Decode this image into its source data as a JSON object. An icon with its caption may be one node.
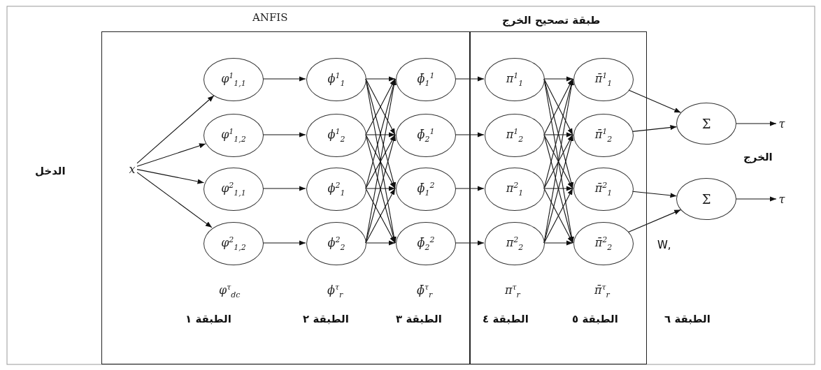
{
  "diagram": {
    "nodes": [
      {
        "text": [
          "ANFIS"
        ]
      },
      {
        "text": [
          "طبقة تصحيح الخرج"
        ]
      },
      {
        "text": [
          "x"
        ],
        "in": 0
      },
      {
        "text": [
          "φ$^{1}$$_{1,1}$"
        ],
        "in": 0
      },
      {
        "text": [
          "φ$^{1}$$_{1,2}$"
        ],
        "in": 0
      },
      {
        "text": [
          "φ$^{2}$$_{1,1}$"
        ],
        "in": 0
      },
      {
        "text": [
          "φ$^{2}$$_{1,2}$"
        ],
        "in": 0
      },
      {
        "text": [
          "ϕ$^{1}$$_{1}$"
        ],
        "in": 0
      },
      {
        "text": [
          "ϕ$^{1}$$_{2}$"
        ],
        "in": 0
      },
      {
        "text": [
          "ϕ$^{2}$$_{1}$"
        ],
        "in": 0
      },
      {
        "text": [
          "ϕ$^{2}$$_{2}$"
        ],
        "in": 0
      },
      {
        "text": [
          "ϕ̄$_{1}$$^{1}$"
        ],
        "in": 0
      },
      {
        "text": [
          "ϕ̄$_{2}$$^{1}$"
        ],
        "in": 0
      },
      {
        "text": [
          "ϕ̄$_{1}$$^{2}$"
        ],
        "in": 0
      },
      {
        "text": [
          "ϕ̄$_{2}$$^{2}$"
        ],
        "in": 0
      },
      {
        "text": [
          "π$^{1}$$_{1}$"
        ],
        "in": 1
      },
      {
        "text": [
          "π$^{1}$$_{2}$"
        ],
        "in": 1
      },
      {
        "text": [
          "π$^{2}$$_{1}$"
        ],
        "in": 1
      },
      {
        "text": [
          "π$^{2}$$_{2}$"
        ],
        "in": 1
      },
      {
        "text": [
          "π̄$^{1}$$_{1}$"
        ],
        "in": 1
      },
      {
        "text": [
          "π̄$^{1}$$_{2}$"
        ],
        "in": 1
      },
      {
        "text": [
          "π̄$^{2}$$_{1}$"
        ],
        "in": 1
      },
      {
        "text": [
          "π̄$^{2}$$_{2}$"
        ],
        "in": 1
      },
      {
        "text": [
          "Σ"
        ]
      },
      {
        "text": [
          "Σ"
        ]
      },
      {
        "text": [
          "τ"
        ]
      },
      {
        "text": [
          "τ"
        ]
      }
    ],
    "edges": [
      {
        "from": 2,
        "to": 3,
        "arrow": "to"
      },
      {
        "from": 2,
        "to": 4,
        "arrow": "to"
      },
      {
        "from": 2,
        "to": 5,
        "arrow": "to"
      },
      {
        "from": 2,
        "to": 6,
        "arrow": "to"
      },
      {
        "from": 3,
        "to": 7,
        "arrow": "to"
      },
      {
        "from": 4,
        "to": 8,
        "arrow": "to"
      },
      {
        "from": 5,
        "to": 9,
        "arrow": "to"
      },
      {
        "from": 6,
        "to": 10,
        "arrow": "to"
      },
      {
        "from": 7,
        "to": 11,
        "arrow": "to"
      },
      {
        "from": 7,
        "to": 12,
        "arrow": "to"
      },
      {
        "from": 7,
        "to": 13,
        "arrow": "to"
      },
      {
        "from": 7,
        "to": 14,
        "arrow": "to"
      },
      {
        "from": 8,
        "to": 11,
        "arrow": "to"
      },
      {
        "from": 8,
        "to": 12,
        "arrow": "to"
      },
      {
        "from": 8,
        "to": 13,
        "arrow": "to"
      },
      {
        "from": 8,
        "to": 14,
        "arrow": "to"
      },
      {
        "from": 9,
        "to": 11,
        "arrow": "to"
      },
      {
        "from": 9,
        "to": 12,
        "arrow": "to"
      },
      {
        "from": 9,
        "to": 13,
        "arrow": "to"
      },
      {
        "from": 9,
        "to": 14,
        "arrow": "to"
      },
      {
        "from": 10,
        "to": 11,
        "arrow": "to"
      },
      {
        "from": 10,
        "to": 12,
        "arrow": "to"
      },
      {
        "from": 10,
        "to": 13,
        "arrow": "to"
      },
      {
        "from": 10,
        "to": 14,
        "arrow": "to"
      },
      {
        "from": 11,
        "to": 15,
        "arrow": "to"
      },
      {
        "from": 12,
        "to": 16,
        "arrow": "to"
      },
      {
        "from": 13,
        "to": 17,
        "arrow": "to"
      },
      {
        "from": 14,
        "to": 18,
        "arrow": "to"
      },
      {
        "from": 15,
        "to": 19,
        "arrow": "to"
      },
      {
        "from": 15,
        "to": 20,
        "arrow": "to"
      },
      {
        "from": 15,
        "to": 21,
        "arrow": "to"
      },
      {
        "from": 15,
        "to": 22,
        "arrow": "to"
      },
      {
        "from": 16,
        "to": 19,
        "arrow": "to"
      },
      {
        "from": 16,
        "to": 20,
        "arrow": "to"
      },
      {
        "from": 16,
        "to": 21,
        "arrow": "to"
      },
      {
        "from": 16,
        "to": 22,
        "arrow": "to"
      },
      {
        "from": 17,
        "to": 19,
        "arrow": "to"
      },
      {
        "from": 17,
        "to": 20,
        "arrow": "to"
      },
      {
        "from": 17,
        "to": 21,
        "arrow": "to"
      },
      {
        "from": 17,
        "to": 22,
        "arrow": "to"
      },
      {
        "from": 18,
        "to": 19,
        "arrow": "to"
      },
      {
        "from": 18,
        "to": 20,
        "arrow": "to"
      },
      {
        "from": 18,
        "to": 21,
        "arrow": "to"
      },
      {
        "from": 18,
        "to": 22,
        "arrow": "to"
      },
      {
        "from": 19,
        "to": 23,
        "arrow": "to"
      },
      {
        "from": 20,
        "to": 23,
        "arrow": "to"
      },
      {
        "from": 21,
        "to": 24,
        "arrow": "to"
      },
      {
        "from": 22,
        "to": 24,
        "arrow": "to"
      },
      {
        "from": 23,
        "to": 25,
        "arrow": "to"
      },
      {
        "from": 24,
        "to": 26,
        "arrow": "to"
      }
    ],
    "labels": [
      "الدخل",
      "الخرج",
      "W,",
      "φ$^{τ}$$_{dc}$",
      "ϕ$^{τ}$$_{r}$",
      "ϕ̄$^{τ}$$_{r}$",
      "π$^{τ}$$_{r}$",
      "π̄$^{τ}$$_{r}$",
      "الطبقة ١",
      "الطبقة ٢",
      "الطبقة ٣",
      "الطبقة ٤",
      "الطبقة ٥",
      "الطبقة ٦"
    ]
  }
}
